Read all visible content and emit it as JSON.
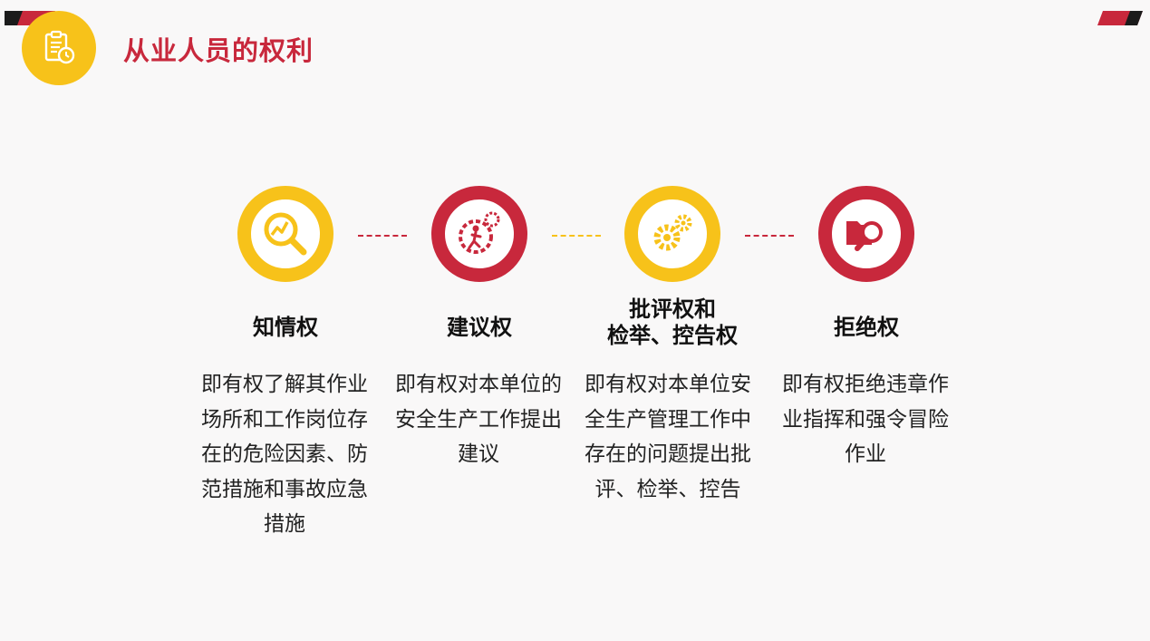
{
  "header": {
    "title": "从业人员的权利",
    "badge_icon": "clipboard-clock-icon"
  },
  "colors": {
    "accent_red": "#c8283c",
    "accent_yellow": "#f7c21a"
  },
  "rights": [
    {
      "title": "知情权",
      "description": "即有权了解其作业场所和工作岗位存在的危险因素、防范措施和事故应急措施",
      "icon": "magnifier-chart-icon",
      "ring_color": "yellow"
    },
    {
      "title": "建议权",
      "description": "即有权对本单位的安全生产工作提出建议",
      "icon": "person-gear-icon",
      "ring_color": "red"
    },
    {
      "title": "批评权和\n检举、控告权",
      "description": "即有权对本单位安全生产管理工作中存在的问题提出批评、检举、控告",
      "icon": "gears-icon",
      "ring_color": "yellow"
    },
    {
      "title": "拒绝权",
      "description": "即有权拒绝违章作业指挥和强令冒险作业",
      "icon": "folder-search-icon",
      "ring_color": "red"
    }
  ]
}
